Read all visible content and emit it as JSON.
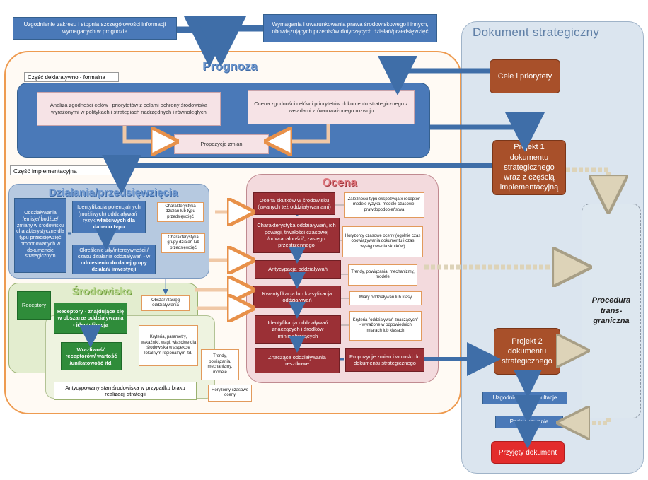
{
  "top_left_box": "Uzgodnienie zakresu i stopnia szczegółowości informacji wymaganych w prognozie",
  "top_right_box": "Wymagania i uwarunkowania prawa środowiskowego i innych, obowiązujących przepisów dotyczących działań/przedsięwzięć",
  "prognoza_title": "Prognoza",
  "dokument_title": "Dokument strategiczny",
  "czesc_deklaratywna": "Część deklaratywno - formalna",
  "czesc_implementacyjna": "Część implementacyjna",
  "analiza_box": "Analiza zgodności celów i priorytetów z celami ochrony środowiska wyrażonymi w politykach i strategiach nadrzędnych i równoległych",
  "ocena_zgodnosci_box": "Ocena zgodności celów i priorytetów dokumentu strategicznego z zasadami zrównoważonego rozwoju",
  "propozycje_zmian": "Propozycje zmian",
  "dzialania_title": "Działania/przedsięwzięcia",
  "oddzialywania_box": "Oddziaływania /emisje/ bodźce/ zmiany w środowisku charakterystyczne dla typu przedsięwzięć proponowanych w dokumencie strategicznym",
  "identyfikacja_pot_box": {
    "normal": "Identyfikacja potencjalnych (możliwych) oddziaływań i ryzyk ",
    "bold": "właściwych dla danego typu"
  },
  "okreslenie_box": {
    "normal": "Określenie siły/intensywności / czasu działania oddziaływań - w ",
    "bold": "odniesieniu do danej grupy działań/ inwestycji"
  },
  "note_char_dzialan": "Charakterystyka działań lub typu przedsięwzięć",
  "note_char_grupy": "Charakterystyka grupy działań lub przedsięwzięć",
  "srodowisko_title": "Środowisko",
  "receptory_label": "Receptory",
  "receptory_box": {
    "normal": "Receptory - znajdujące się w ",
    "bold": "obszarze oddziaływania - identyfikacja"
  },
  "wrazliwosc_box": "Wrażliwość receptorów/ wartość /unikatowość itd.",
  "note_obszar": "Obszar /zasięg oddziaływania",
  "note_kryteria": "Kryteria, parametry, wskaźniki, wagi, właściwe dla środowiska w aspekcie lokalnym regionalnym itd.",
  "note_trendy1": "Trendy, powiązania, mechanizmy, modele",
  "antycypowany_box": "Antycypowany stan środowiska w przypadku braku realizacji strategii",
  "note_horyzonty1": "Horyzonty czasowe oceny",
  "ocena_title": "Ocena",
  "ocena_boxes": [
    "Ocena skutków w środowisku (zwanych też oddziaływaniami)",
    "Charakterystyka oddziaływań, ich powagi, trwałości czasowej /odwracalności/, zasięgu przestrzennego",
    "Antycypacja oddziaływań",
    "Kwantyfikacja lub klasyfikacja oddziaływań",
    "Identyfikacja oddziaływań znaczących i środków minimalizujących",
    "Znaczące oddziaływania resztkowe"
  ],
  "ocena_notes": [
    "Zależności typu ekspozycja x receptor, modele ryzyka, modele czasowe, prawdopodobieństwa",
    "Horyzonty czasowe oceny (ogólnie czas obowiązywania dokumentu i czas występowania skutków)",
    "Trendy, powiązania, mechanizmy, modele",
    "Miary oddziaływań lub klasy",
    "Kryteria \"oddziaływań znaczących\" - wyrażone w odpowiednich miarach lub klasach"
  ],
  "propozycje_wnioski": "Propozycje zmian i wnioski do dokumentu strategicznego",
  "cele_box": "Cele i priorytety",
  "projekt1_box": "Projekt 1 dokumentu strategicznego wraz z częścią implementacyjną",
  "projekt2_box": "Projekt 2 dokumentu strategicznego",
  "procedura_box": "Procedura trans-graniczna",
  "uzgodnienia_box": "Uzgodnienia i konsultacje",
  "podsumowanie_box": "Podsumowanie",
  "przyjety_box": "Przyjęty dokument",
  "colors": {
    "blue": "#4a79b8",
    "dark_red": "#9b3036",
    "brown": "#a8502a",
    "green": "#2f8c3a",
    "red": "#e32c2c",
    "panel": "#dbe5ef"
  }
}
